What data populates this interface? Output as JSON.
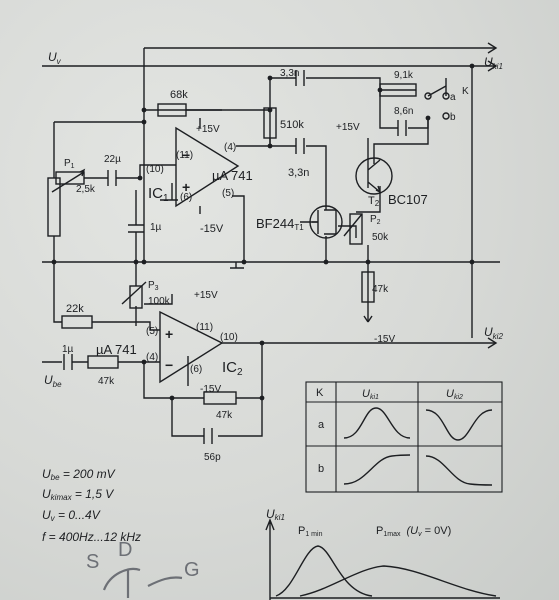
{
  "nets": {
    "uv": "U",
    "uv_sub": "v",
    "uki1": "U",
    "uki1_sub": "ki1",
    "uki2": "U",
    "uki2_sub": "ki2",
    "ube": "U",
    "ube_sub": "be"
  },
  "components": {
    "r68k": "68k",
    "c33n_top": "3,3n",
    "r91k": "9,1k",
    "switch_k": "K",
    "sw_a": "a",
    "sw_b": "b",
    "c86n": "8,6n",
    "r510k": "510k",
    "c33n_mid": "3,3n",
    "plus15_ic1": "+15V",
    "plus15_t2": "+15V",
    "p1": "P",
    "p1_sub": "1",
    "p1_val": "2,5k",
    "c22u": "22µ",
    "ic1_p11": "(11)",
    "ic1_p4": "(4)",
    "ic1_p10": "(10)",
    "ic1_p6": "(6)",
    "ic1_p5": "(5)",
    "ic1_name": "IC",
    "ic1_sub": "1",
    "ic1_type": "µA 741",
    "ic1_minus15": "-15V",
    "c1u_ic1": "1µ",
    "bf244": "BF244",
    "bf244_ref": "T1",
    "t2_ref": "T",
    "t2_sub": "2",
    "t2_type": "BC107",
    "p2": "P",
    "p2_sub": "2",
    "p2_val": "50k",
    "r47k_t2": "47k",
    "minus15_t2": "-15V",
    "p3": "P",
    "p3_sub": "3",
    "p3_val": "100k",
    "plus15_ic2": "+15V",
    "r22k": "22k",
    "ic2_p5": "(5)",
    "ic2_p11": "(11)",
    "ic2_p10": "(10)",
    "ic2_p4": "(4)",
    "ic2_p6": "(6)",
    "ic2_name": "IC",
    "ic2_sub": "2",
    "ic2_type": "µA 741",
    "c1u_in": "1µ",
    "r47k_in": "47k",
    "ic2_minus15": "-15V",
    "r47k_fb": "47k",
    "c56p": "56p"
  },
  "table": {
    "header": [
      "K",
      "U",
      "U"
    ],
    "header_subs": [
      "",
      "ki1",
      "ki2"
    ],
    "rows": [
      "a",
      "b"
    ]
  },
  "specs": [
    {
      "sym": "U",
      "sub": "be",
      "val": " = 200 mV"
    },
    {
      "sym": "U",
      "sub": "kimax",
      "val": " = 1,5 V"
    },
    {
      "sym": "U",
      "sub": "v",
      "val": " = 0...4V"
    },
    {
      "sym": "f",
      "sub": "",
      "val": " = 400Hz...12 kHz"
    }
  ],
  "graph": {
    "yaxis": "U",
    "yaxis_sub": "ki1",
    "p1min": "P",
    "p1min_sub": "1 min",
    "p1max": "P",
    "p1max_sub": "1max",
    "p1max_note": "(U",
    "p1max_note_sub": "v",
    "p1max_note_tail": " = 0V)"
  },
  "handwriting": {
    "s": "S",
    "d": "D",
    "g": "G"
  }
}
